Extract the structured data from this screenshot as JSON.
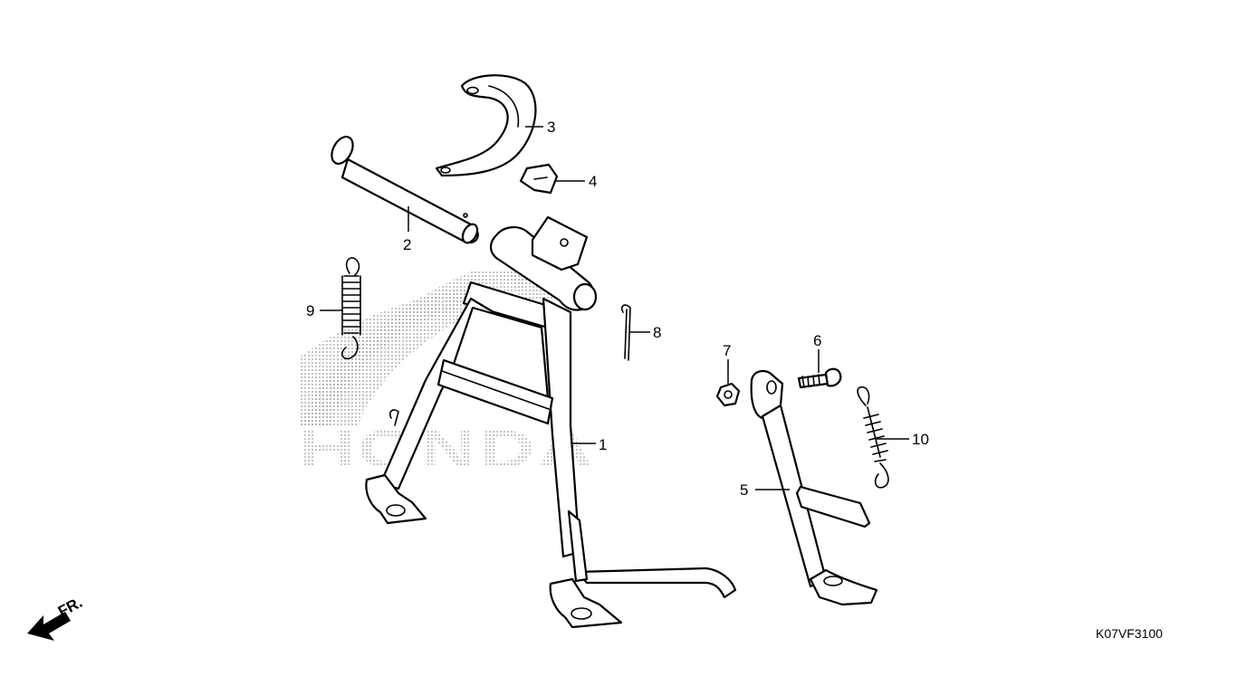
{
  "watermark": {
    "text": "HONDA"
  },
  "direction_indicator": {
    "label": "FR."
  },
  "callouts": [
    "1",
    "2",
    "3",
    "4",
    "5",
    "6",
    "7",
    "8",
    "9",
    "10"
  ],
  "diagram_code": "K07VF3100",
  "colors": {
    "line": "#000000",
    "background": "#ffffff",
    "watermark_dots": "#9a9a9a"
  }
}
